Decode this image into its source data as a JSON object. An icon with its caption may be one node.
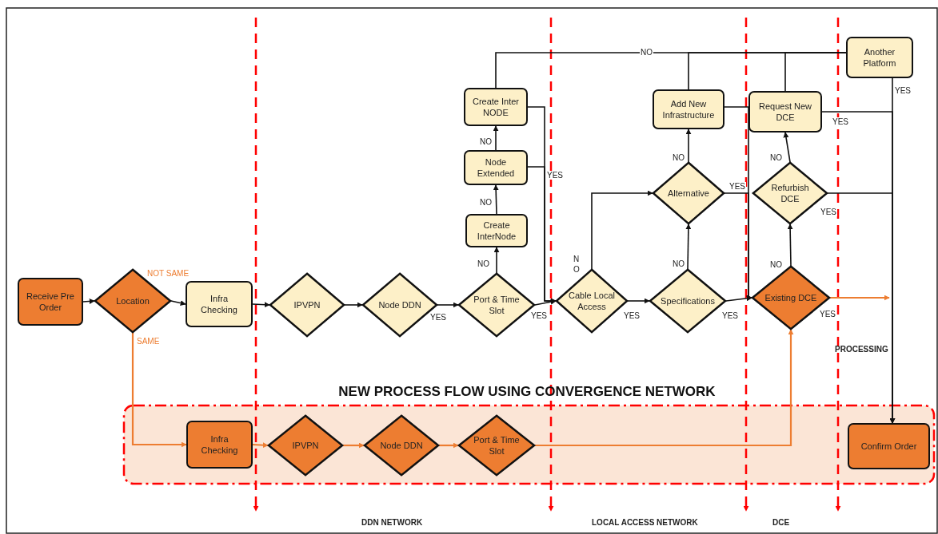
{
  "diagram": {
    "nodes": [
      {
        "text": [
          "Receive Pre Order"
        ]
      },
      {
        "text": [
          "Location"
        ]
      },
      {
        "text": [
          "Infra Checking"
        ]
      },
      {
        "text": [
          "IPVPN"
        ]
      },
      {
        "text": [
          "Node DDN"
        ]
      },
      {
        "text": [
          "Port & Time Slot"
        ]
      },
      {
        "text": [
          "Create InterNode"
        ]
      },
      {
        "text": [
          "Node Extended"
        ]
      },
      {
        "text": [
          "Create Inter NODE"
        ]
      },
      {
        "text": [
          "Cable Local Access"
        ]
      },
      {
        "text": [
          "Specifications"
        ]
      },
      {
        "text": [
          "Alternative"
        ]
      },
      {
        "text": [
          "Add New Infrastructure"
        ]
      },
      {
        "text": [
          "Existing DCE"
        ]
      },
      {
        "text": [
          "Refurbish DCE"
        ]
      },
      {
        "text": [
          "Request New DCE"
        ]
      },
      {
        "text": [
          "Another Platform"
        ]
      },
      {
        "text": [
          "NEW PROCESS FLOW USING CONVERGENCE NETWORK"
        ]
      },
      {
        "text": [
          "Infra Checking"
        ],
        "in": 17
      },
      {
        "text": [
          "IPVPN"
        ],
        "in": 17
      },
      {
        "text": [
          "Node DDN"
        ],
        "in": 17
      },
      {
        "text": [
          "Port & Time Slot"
        ],
        "in": 17
      },
      {
        "text": [
          "Confirm Order"
        ],
        "in": 17
      }
    ],
    "edges": [
      {
        "from": 0,
        "to": 1,
        "arrow": "to"
      },
      {
        "from": 1,
        "to": 2,
        "arrow": "to",
        "label": "NOT SAME"
      },
      {
        "from": 1,
        "to": 18,
        "arrow": "to",
        "label": "SAME",
        "color": "#ed7d31"
      },
      {
        "from": 2,
        "to": 3,
        "arrow": "to"
      },
      {
        "from": 3,
        "to": 4,
        "arrow": "to"
      },
      {
        "from": 4,
        "to": 5,
        "arrow": "to",
        "label": "YES"
      },
      {
        "from": 5,
        "to": 6,
        "arrow": "to",
        "label": "NO"
      },
      {
        "from": 6,
        "to": 7,
        "arrow": "to",
        "label": "NO"
      },
      {
        "from": 7,
        "to": 8,
        "arrow": "to",
        "label": "NO"
      },
      {
        "from": 5,
        "to": 9,
        "arrow": "to",
        "label": "YES"
      },
      {
        "from": 8,
        "to": 9,
        "arrow": "to"
      },
      {
        "from": 7,
        "to": 9,
        "arrow": "to",
        "label": "YES"
      },
      {
        "from": 8,
        "to": 16,
        "arrow": "none",
        "label": "NO"
      },
      {
        "from": 12,
        "to": 16,
        "arrow": "none"
      },
      {
        "from": 15,
        "to": 16,
        "arrow": "none"
      },
      {
        "from": 9,
        "to": 10,
        "arrow": "to",
        "label": "YES"
      },
      {
        "from": 9,
        "to": 11,
        "arrow": "to",
        "label": "NO"
      },
      {
        "from": 10,
        "to": 11,
        "arrow": "to",
        "label": "NO"
      },
      {
        "from": 11,
        "to": 12,
        "arrow": "to",
        "label": "NO"
      },
      {
        "from": 12,
        "to": 13,
        "arrow": "to"
      },
      {
        "from": 11,
        "to": 13,
        "arrow": "to",
        "label": "YES"
      },
      {
        "from": 10,
        "to": 13,
        "arrow": "to",
        "label": "YES"
      },
      {
        "from": 13,
        "to": 14,
        "arrow": "to",
        "label": "NO"
      },
      {
        "from": 14,
        "to": 15,
        "arrow": "to",
        "label": "NO"
      },
      {
        "from": 15,
        "to": 22,
        "arrow": "to",
        "label": "YES"
      },
      {
        "from": 14,
        "to": 22,
        "arrow": "to",
        "label": "YES"
      },
      {
        "from": 16,
        "to": 22,
        "arrow": "to",
        "label": "YES"
      },
      {
        "from": 13,
        "to": null,
        "arrow": "to",
        "label": "YES",
        "color": "#ed7d31"
      },
      {
        "from": 18,
        "to": 19,
        "arrow": "to",
        "color": "#ed7d31"
      },
      {
        "from": 19,
        "to": 20,
        "arrow": "to",
        "color": "#ed7d31"
      },
      {
        "from": 20,
        "to": 21,
        "arrow": "to",
        "color": "#ed7d31"
      },
      {
        "from": 21,
        "to": 13,
        "arrow": "to",
        "color": "#ed7d31"
      }
    ],
    "labels": [
      "PROCESSING",
      "DDN NETWORK",
      "LOCAL ACCESS NETWORK",
      "DCE"
    ]
  }
}
